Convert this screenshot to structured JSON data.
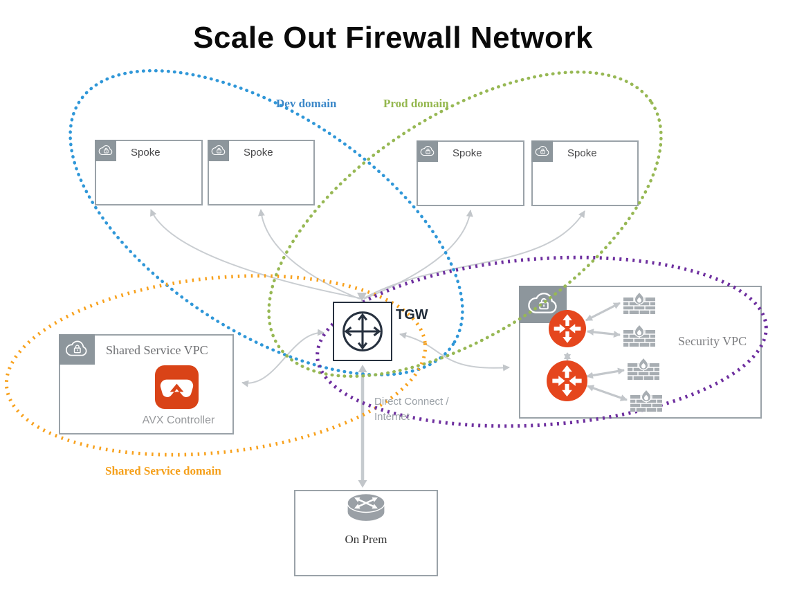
{
  "diagram": {
    "title": "Scale Out Firewall Network"
  },
  "domains": {
    "dev": {
      "label": "Dev domain",
      "color": "#2f97d8"
    },
    "prod": {
      "label": "Prod domain",
      "color": "#97b854"
    },
    "shared": {
      "label": "Shared Service domain",
      "color": "#f8a11c"
    },
    "security": {
      "color": "#6e2f9f"
    }
  },
  "nodes": {
    "spokes": [
      {
        "label": "Spoke"
      },
      {
        "label": "Spoke"
      },
      {
        "label": "Spoke"
      },
      {
        "label": "Spoke"
      }
    ],
    "shared_service_vpc": {
      "title": "Shared Service VPC",
      "controller_label": "AVX Controller"
    },
    "security_vpc": {
      "title": "Security  VPC"
    },
    "tgw": {
      "label": "TGW"
    },
    "on_prem": {
      "label": "On Prem"
    }
  },
  "links": {
    "direct_connect": {
      "line1": "Direct Connect /",
      "line2": "Internet"
    }
  },
  "icons": {
    "vpc_tab": "cloud-lock-icon",
    "tgw": "transit-gateway-icon",
    "gateway": "aviatrix-gateway-icon",
    "firewall": "firewall-icon",
    "on_prem": "router-icon",
    "controller": "avx-controller-icon"
  },
  "colors": {
    "gateway_red": "#e5461d",
    "controller_orange": "#d94317",
    "box_border": "#9aa2a8",
    "tab_fill": "#8d969c",
    "arrow_gray": "#c6cbcf",
    "firewall_gray": "#a7adb2",
    "router_gray": "#9aa0a6",
    "tgw_dark": "#27313f"
  }
}
